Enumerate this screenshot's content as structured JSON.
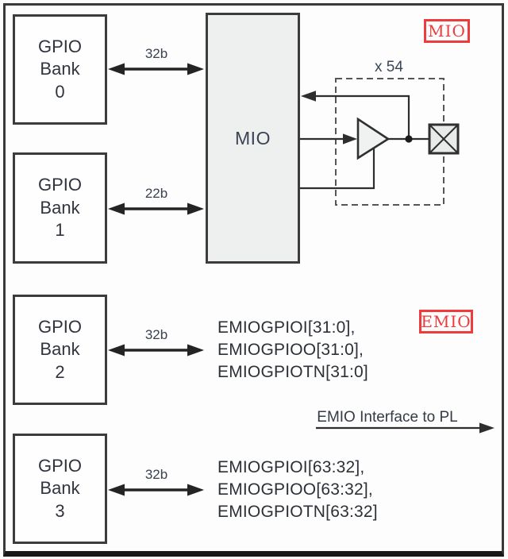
{
  "figure": {
    "region_labels": {
      "mio": "MIO",
      "emio": "EMIO"
    },
    "mio_block_label": "MIO",
    "replication_label": "x 54",
    "banks": [
      {
        "name": [
          "GPIO",
          "Bank",
          "0"
        ],
        "bus_width": "32b"
      },
      {
        "name": [
          "GPIO",
          "Bank",
          "1"
        ],
        "bus_width": "22b"
      },
      {
        "name": [
          "GPIO",
          "Bank",
          "2"
        ],
        "bus_width": "32b"
      },
      {
        "name": [
          "GPIO",
          "Bank",
          "3"
        ],
        "bus_width": "32b"
      }
    ],
    "emio_upper_signals": [
      "EMIOGPIOI[31:0],",
      "EMIOGPIOO[31:0],",
      "EMIOGPIOTN[31:0]"
    ],
    "emio_lower_signals": [
      "EMIOGPIOI[63:32],",
      "EMIOGPIOO[63:32],",
      "EMIOGPIOTN[63:32]"
    ],
    "emio_interface_label": "EMIO Interface to PL",
    "colors": {
      "annotation_red": "#ee3b3b",
      "mio_block_fill": "#eef0ef",
      "line": "#2e2e2e",
      "border": "#3a3a3a"
    }
  }
}
